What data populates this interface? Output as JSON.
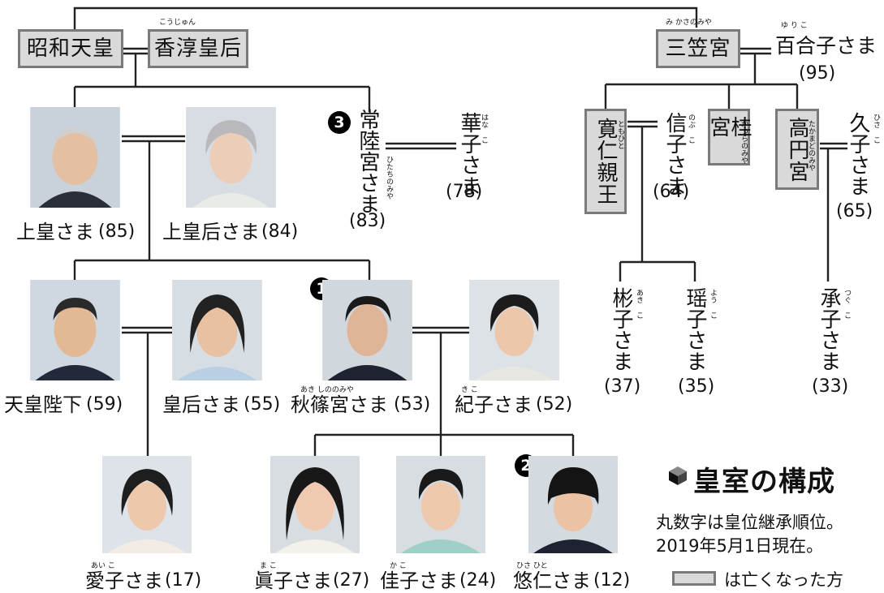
{
  "title": "皇室の構成",
  "notes": [
    "丸数字は皇位継承順位。",
    "2019年5月1日現在。"
  ],
  "legend_text": "は亡くなった方",
  "deceased": {
    "showa": "昭和天皇",
    "kojun": "香淳皇后",
    "mikasa": "三笠宮",
    "tomohito": "寛仁親王",
    "katsura": "桂宮",
    "takamado": "高円宮"
  },
  "rubies": {
    "kojun": "こうじゅん",
    "mikasa": "み かさのみや",
    "yuriko": "ゆ り こ",
    "hitachi": "ひたちのみや",
    "hana": "はな こ",
    "tomohito": "ともひと",
    "nobuko": "のぶ こ",
    "katsura": "かつらのみや",
    "takamado": "たかまどのみや",
    "hisako": "ひさ こ",
    "akiko": "あき こ",
    "yoko": "よう こ",
    "tsuguko": "つぐ こ",
    "akishino": "あき しののみや",
    "kiko": "き こ",
    "aiko": "あい こ",
    "mako": "ま こ",
    "kako": "か こ",
    "hisahito": "ひさ ひと"
  },
  "people": {
    "joko": {
      "name": "上皇さま",
      "age": "(85)"
    },
    "jokogo": {
      "name": "上皇后さま",
      "age": "(84)"
    },
    "hitachi": {
      "name": "常陸宮さま",
      "age": "(83)",
      "rank": "3"
    },
    "hanako": {
      "name": "華子さま",
      "age": "(78)"
    },
    "yuriko": {
      "name": "百合子さま",
      "age": "(95)"
    },
    "nobuko": {
      "name": "信子さま",
      "age": "(64)"
    },
    "hisako": {
      "name": "久子さま",
      "age": "(65)"
    },
    "akiko": {
      "name": "彬子さま",
      "age": "(37)"
    },
    "yoko": {
      "name": "瑶子さま",
      "age": "(35)"
    },
    "tsuguko": {
      "name": "承子さま",
      "age": "(33)"
    },
    "tenno": {
      "name": "天皇陛下",
      "age": "(59)"
    },
    "kogo": {
      "name": "皇后さま",
      "age": "(55)"
    },
    "akishino": {
      "name": "秋篠宮さま",
      "age": "(53)",
      "rank": "1"
    },
    "kiko": {
      "name": "紀子さま",
      "age": "(52)"
    },
    "aiko": {
      "name": "愛子さま",
      "age": "(17)"
    },
    "mako": {
      "name": "眞子さま",
      "age": "(27)"
    },
    "kakochan": {
      "name": "佳子さま",
      "age": "(24)"
    },
    "hisahito": {
      "name": "悠仁さま",
      "age": "(12)",
      "rank": "2"
    }
  },
  "colors": {
    "deceased_fill": "#d9d9d9",
    "deceased_border": "#7a7a7a",
    "line": "#222222",
    "badge": "#000000"
  }
}
